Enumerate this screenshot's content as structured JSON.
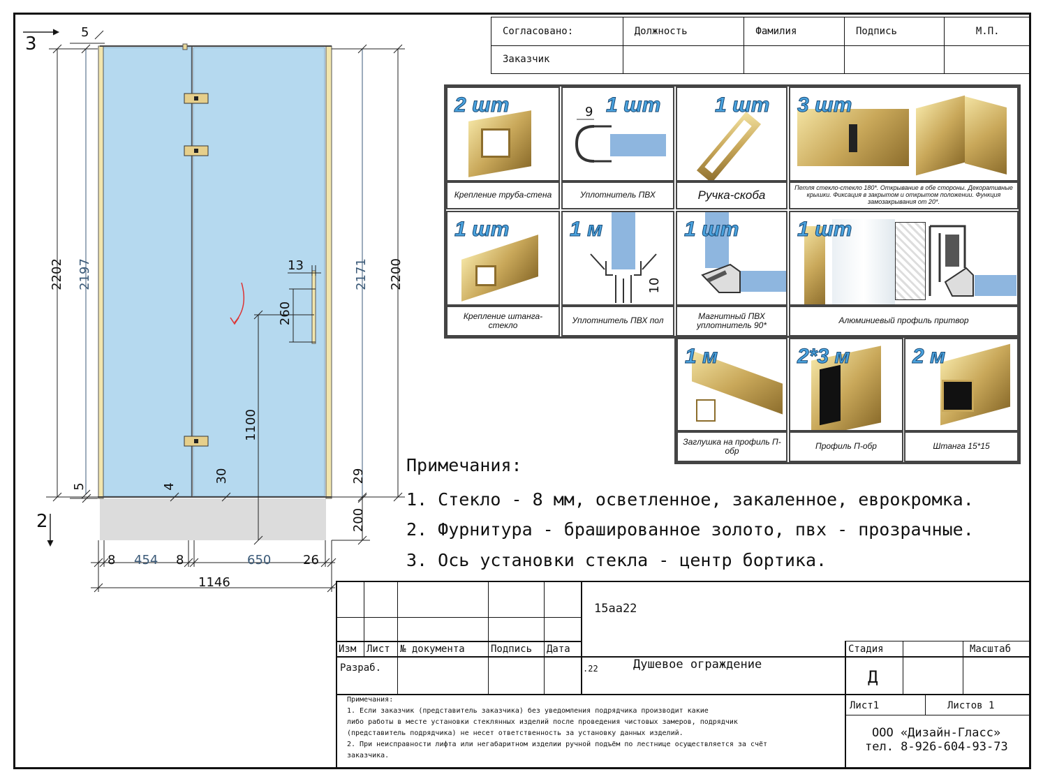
{
  "approval": {
    "agreed": "Согласовано:",
    "position": "Должность",
    "surname": "Фамилия",
    "signature": "Подпись",
    "stamp": "М.П.",
    "customer": "Заказчик"
  },
  "drawing": {
    "views": {
      "top": "3",
      "bottom": "2"
    },
    "dims": {
      "d5_top": "5",
      "h2202": "2202",
      "h2197": "2197",
      "h2171": "2171",
      "h2200": "2200",
      "d13": "13",
      "d260": "260",
      "d1100": "1100",
      "d5_bottom": "5",
      "d4": "4",
      "d30": "30",
      "d29": "29",
      "d200": "200",
      "w8a": "8",
      "w454": "454",
      "w8b": "8",
      "w650": "650",
      "w26": "26",
      "w1146": "1146"
    }
  },
  "accessories": [
    {
      "qty": "2 шт",
      "caption": "Крепление труба-стена"
    },
    {
      "qty": "1 шт",
      "caption": "Уплотнитель ПВХ",
      "dim": "9"
    },
    {
      "qty": "1 шт",
      "caption": "Ручка-скоба"
    },
    {
      "qty": "3 шт",
      "caption": "Петля стекло-стекло 180*. Открывание в обе стороны. Декоративные крышки. Фиксация в закрытом и открытом положении. Функция замозакрывания от 20*."
    },
    {
      "qty": "1 шт",
      "caption": "Крепление штанга-стекло"
    },
    {
      "qty": "1 м",
      "caption": "Уплотнитель ПВХ пол",
      "dim": "10"
    },
    {
      "qty": "1 шт",
      "caption": "Магнитный ПВХ уплотнитель 90*"
    },
    {
      "qty": "1 шт",
      "caption": "Алюминиевый профиль притвор"
    },
    {
      "qty": "1 м",
      "caption": "Заглушка на профиль П-обр"
    },
    {
      "qty": "2*3 м",
      "caption": "Профиль П-обр"
    },
    {
      "qty": "2 м",
      "caption": "Штанга 15*15"
    }
  ],
  "notes": {
    "title": "Примечания:",
    "items": [
      "1. Стекло - 8 мм, осветленное, закаленное, еврокромка.",
      "2. Фурнитура - брашированное золото, пвх - прозрачные.",
      "3. Ось установки стекла - центр бортика."
    ]
  },
  "title_block": {
    "code": "15аа22",
    "izm": "Изм",
    "list": "Лист",
    "doc_no": "№ документа",
    "sign": "Подпись",
    "date": "Дата",
    "developed": "Разраб.",
    "date_value": ".22",
    "name": "Душевое ограждение",
    "stage_label": "Стадия",
    "scale_label": "Масштаб",
    "stage": "Д",
    "sheet": "Лист1",
    "sheets": "Листов 1",
    "company": "ООО «Дизайн-Гласс»",
    "phone": "тел. 8-926-604-93-73",
    "remarks_title": "Примечания:",
    "remarks": [
      "1. Если заказчик (представитель заказчика) без уведомления подрядчика производит какие",
      "либо работы в месте установки стеклянных изделий после проведения чистовых замеров, подрядчик",
      "(представитель подрядчика) не несет ответственность за установку данных изделий.",
      "2. При неисправности лифта или негабаритном изделии ручной подъём по лестнице осуществляется за счёт",
      "заказчика."
    ]
  }
}
